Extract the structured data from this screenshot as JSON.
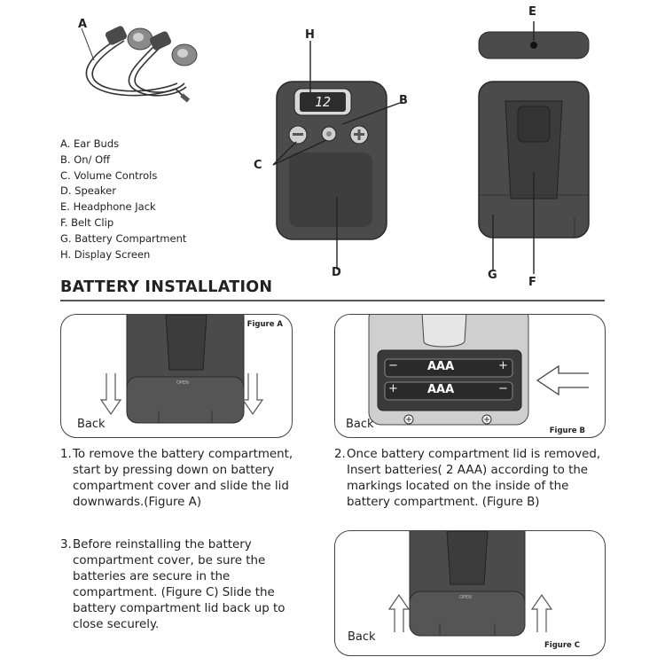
{
  "legend": {
    "items": [
      "A. Ear Buds",
      "B. On/ Off",
      "C.  Volume Controls",
      "D. Speaker",
      "E.  Headphone Jack",
      "F.  Belt Clip",
      "G. Battery Compartment",
      "H. Display Screen"
    ]
  },
  "callouts": {
    "a": "A",
    "b": "B",
    "c": "C",
    "d": "D",
    "e": "E",
    "f": "F",
    "g": "G",
    "h": "H"
  },
  "device": {
    "display_value": "12"
  },
  "section_title": "BATTERY INSTALLATION",
  "figures": {
    "a": {
      "label": "Figure A",
      "back": "Back",
      "cover_text": "OPEN"
    },
    "b": {
      "label": "Figure B",
      "back": "Back",
      "battery_label": "AAA",
      "minus": "−",
      "plus": "+"
    },
    "c": {
      "label": "Figure C",
      "back": "Back",
      "cover_text": "OPEN"
    }
  },
  "steps": {
    "one": {
      "num": "1.",
      "lines": [
        "To remove the battery compartment,",
        "start by pressing down on battery",
        "compartment cover and slide the lid",
        "downwards.(Figure A)"
      ]
    },
    "two": {
      "num": "2.",
      "lines": [
        "Once battery compartment lid is removed,",
        "Insert batteries( 2 AAA) according to the",
        "markings located on the inside of the",
        "battery compartment.  (Figure B)"
      ]
    },
    "three": {
      "num": "3.",
      "lines": [
        "Before reinstalling the battery",
        "compartment cover, be sure the",
        "batteries are secure in the",
        "compartment.  (Figure C) Slide the",
        "battery compartment lid back up to",
        "close securely."
      ]
    }
  }
}
